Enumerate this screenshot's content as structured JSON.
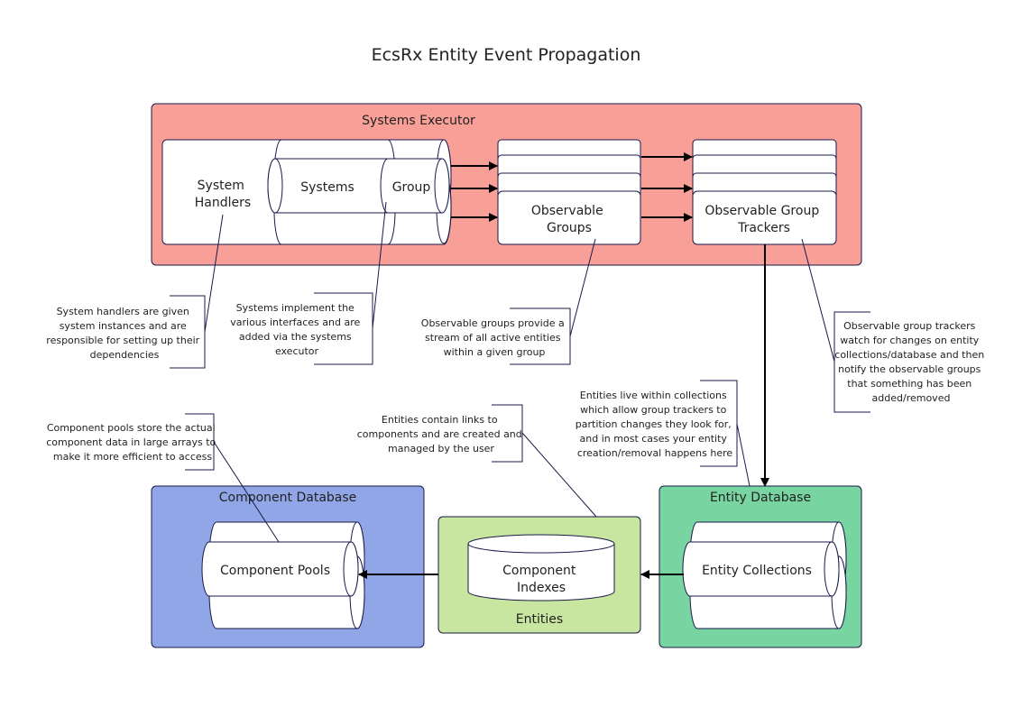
{
  "title": "EcsRx Entity Event Propagation",
  "containers": {
    "systems_executor": "Systems Executor",
    "component_database": "Component Database",
    "entities": "Entities",
    "entity_database": "Entity Database"
  },
  "nodes": {
    "system_handlers": [
      "System",
      "Handlers"
    ],
    "systems": "Systems",
    "group": "Group",
    "observable_groups": [
      "Observable",
      "Groups"
    ],
    "observable_group_trackers": [
      "Observable Group",
      "Trackers"
    ],
    "component_pools": "Component Pools",
    "component_indexes": [
      "Component",
      "Indexes"
    ],
    "entity_collections": "Entity Collections"
  },
  "notes": {
    "system_handlers": [
      "System handlers are given",
      "system instances and are",
      "responsible for setting up their",
      "dependencies"
    ],
    "systems": [
      "Systems implement the",
      "various interfaces and are",
      "added via the systems",
      "executor"
    ],
    "observable_groups": [
      "Observable groups provide a",
      "stream of all active entities",
      "within a given group"
    ],
    "observable_group_trackers": [
      "Observable group trackers",
      "watch for changes on entity",
      "collections/database and then",
      "notify the observable groups",
      "that something has been",
      "added/removed"
    ],
    "entities_live": [
      "Entities live within collections",
      "which allow group trackers to",
      "partition changes they look for,",
      "and in most cases your entity",
      "creation/removal happens here"
    ],
    "entities_contain": [
      "Entities contain links to",
      "components and are created and",
      "managed by the user"
    ],
    "component_pools": [
      "Component pools store the actual",
      "component data in large arrays to",
      "make it more efficient to access"
    ]
  },
  "colors": {
    "systems_executor_fill": "#f8a098",
    "component_database_fill": "#90a6e6",
    "entities_fill": "#c8e6a0",
    "entity_database_fill": "#78d4a0",
    "stroke": "#1a1a4a",
    "box_fill": "#ffffff"
  }
}
